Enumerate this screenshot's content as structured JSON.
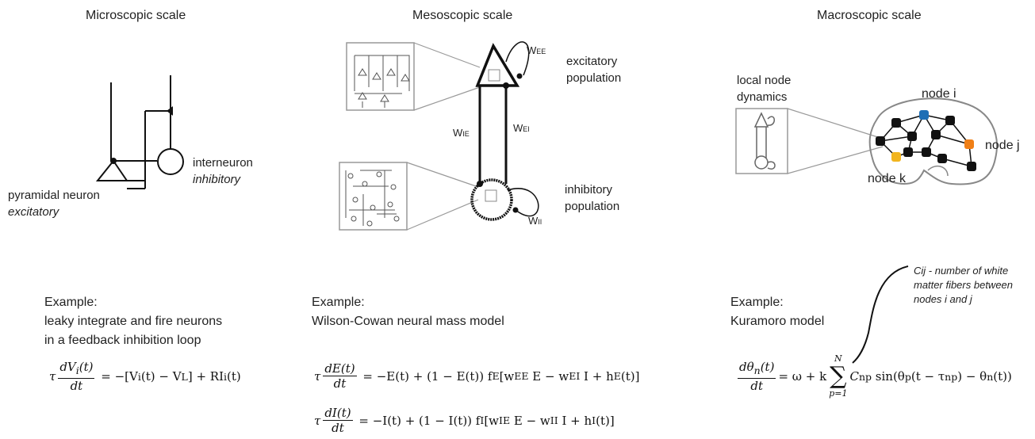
{
  "titles": {
    "micro": "Microscopic scale",
    "meso": "Mesoscopic scale",
    "macro": "Macroscopic scale"
  },
  "micro": {
    "interneuron": "interneuron",
    "inhibitory": "inhibitory",
    "pyramidal": "pyramidal neuron",
    "excitatory": "excitatory",
    "example_label": "Example:",
    "example_line1": "leaky integrate and fire neurons",
    "example_line2": "in a feedback inhibition loop",
    "eq_tau": "τ",
    "eq_num": "dV",
    "eq_num_sub": "i",
    "eq_num_arg": "(t)",
    "eq_den": "dt",
    "eq_rhs": "= −[V",
    "eq_rhs_sub": "i",
    "eq_rhs_2": "(t) − V",
    "eq_rhs_sub2": "L",
    "eq_rhs_3": "] + RI",
    "eq_rhs_sub3": "i",
    "eq_rhs_4": "(t)"
  },
  "meso": {
    "w_ee": "W",
    "w_ee_sub": "EE",
    "w_ie": "W",
    "w_ie_sub": "IE",
    "w_ei": "W",
    "w_ei_sub": "EI",
    "w_ii": "W",
    "w_ii_sub": "II",
    "excitatory_line1": "excitatory",
    "excitatory_line2": "population",
    "inhibitory_line1": "inhibitory",
    "inhibitory_line2": "population",
    "example_label": "Example:",
    "example_line1": "Wilson-Cowan neural mass model",
    "eq1_num": "dE(t)",
    "eq1_den": "dt",
    "eq1_rhs": "= −E(t) + (1 − E(t)) f",
    "eq1_rhs_sub": "E",
    "eq1_rhs_2": "[w",
    "eq1_rhs_sub2": "EE",
    "eq1_rhs_3": "E − w",
    "eq1_rhs_sub3": "EI",
    "eq1_rhs_4": "I + h",
    "eq1_rhs_sub4": "E",
    "eq1_rhs_5": "(t)]",
    "eq2_num": "dI(t)",
    "eq2_den": "dt",
    "eq2_rhs": "= −I(t) + (1 − I(t)) f",
    "eq2_rhs_sub": "I",
    "eq2_rhs_2": "[w",
    "eq2_rhs_sub2": "IE",
    "eq2_rhs_3": "E − w",
    "eq2_rhs_sub3": "II",
    "eq2_rhs_4": "I + h",
    "eq2_rhs_sub4": "I",
    "eq2_rhs_5": "(t)]",
    "eq_tau": "τ"
  },
  "macro": {
    "local_node_line1": "local node",
    "local_node_line2": "dynamics",
    "node_i": "node i",
    "node_j": "node j",
    "node_k": "node k",
    "annotation_line1": "Cij - number of white",
    "annotation_line2": "matter fibers between",
    "annotation_line3": "nodes i and j",
    "example_label": "Example:",
    "example_line1": "Kuramoro model",
    "eq_num": "dθ",
    "eq_num_sub": "n",
    "eq_num_arg": "(t)",
    "eq_den": "dt",
    "eq_rhs_1": "= ω + k",
    "sum_top": "N",
    "sum_bottom": "p=1",
    "eq_rhs_2": "C",
    "eq_rhs_sub2": "np",
    "eq_rhs_3": "sin(θ",
    "eq_rhs_sub3": "p",
    "eq_rhs_4": "(t − τ",
    "eq_rhs_sub4": "np",
    "eq_rhs_5": ") − θ",
    "eq_rhs_sub5": "n",
    "eq_rhs_6": "(t))"
  },
  "colors": {
    "node_i": "#1f6fb5",
    "node_j": "#f07f16",
    "node_k": "#f2b51f",
    "node_default": "#111111",
    "box_stroke": "#999999"
  },
  "icons": [
    "pyramidal-neuron-triangle-icon",
    "interneuron-circle-icon",
    "brain-outline-icon"
  ]
}
